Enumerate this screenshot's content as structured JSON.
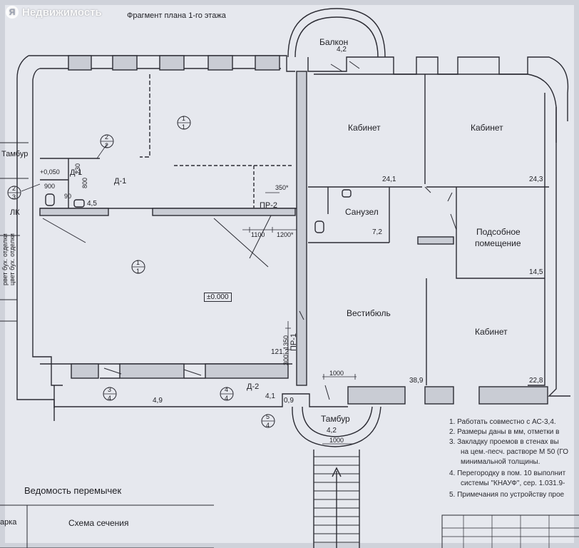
{
  "watermark": "Недвижимость",
  "title": "Фрагмент плана 1-го этажа",
  "rooms": {
    "balcony": "Балкон",
    "cabinet_1": "Кабинет",
    "cabinet_2": "Кабинет",
    "cabinet_3": "Кабинет",
    "wc": "Санузел",
    "utility_1": "Подсобное",
    "utility_2": "помещение",
    "hall": "Вестибюль",
    "vestibule_right": "Тамбур",
    "vestibule_left": "Тамбур",
    "lk": "ЛК"
  },
  "areas": {
    "balcony": "4,2",
    "cab1": "24,1",
    "cab2": "24,3",
    "wc": "7,2",
    "utility": "14,5",
    "cab3": "22,8",
    "hall": "38,9",
    "tambur": "4,2",
    "main": "121,2",
    "small_a": "4,5",
    "small_b": "4,9",
    "small_c": "4,1",
    "small_d": "0,9"
  },
  "marks": {
    "d1a": "Д-1",
    "d1b": "Д-1",
    "d2": "Д-2",
    "pr1": "ПР-1",
    "pr2": "ПР-2",
    "elev": "±0.000",
    "elev2": "+0,050",
    "dim_900": "900",
    "dim_90": "90",
    "dim_230": "230",
    "dim_800": "800",
    "dim_350": "350*",
    "dim_1100": "1100",
    "dim_1200": "1200*",
    "dim_1350": "1350",
    "dim_300": "300",
    "dim_1000a": "1000",
    "dim_1000b": "1000",
    "c11a": "1",
    "c11b": "1",
    "c1a": "1",
    "c1b": "1",
    "c22a": "2",
    "c22b": "2",
    "c23a": "2",
    "c23b": "3",
    "c34a": "3",
    "c34b": "4",
    "c44a": "4",
    "c44b": "4",
    "c54a": "5",
    "c54b": "4"
  },
  "notes": [
    "1.  Работать совместно с АС-3,4.",
    "2.  Размеры даны в мм, отметки в",
    "3.  Закладку проемов в стенах вы",
    "на цем.-песч. растворе М 50 (ГО",
    "минимальной толщины.",
    "4.  Перегородку в пом. 10 выполнит",
    "системы \"КНАУФ\", сер. 1.031.9-",
    "5.  Примечания по устройству прое"
  ],
  "left_text": [
    "рвет бух. отделки",
    "цвет бух. отделки"
  ],
  "table": {
    "title": "Ведомость перемычек",
    "col_mark": "арка",
    "col_scheme": "Схема сечения"
  }
}
